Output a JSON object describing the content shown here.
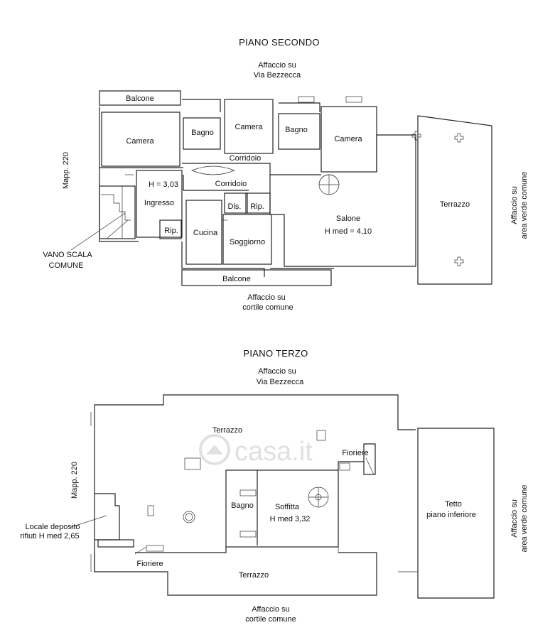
{
  "floor2": {
    "title": "PIANO SECONDO",
    "top_view": [
      "Affaccio su",
      "Via Bezzecca"
    ],
    "bottom_view": [
      "Affaccio su",
      "cortile comune"
    ],
    "left_label": "Mapp. 220",
    "right_view": [
      "Affaccio su",
      "area verde comune"
    ],
    "stair_label": [
      "VANO SCALA",
      "COMUNE"
    ],
    "rooms": {
      "balcone_top": "Balcone",
      "camera_left": "Camera",
      "bagno_left": "Bagno",
      "camera_mid": "Camera",
      "bagno_right": "Bagno",
      "camera_right": "Camera",
      "corridoio_1": "Corridoio",
      "corridoio_2": "Corridoio",
      "height_ingresso": "H = 3,03",
      "ingresso": "Ingresso",
      "dis": "Dis.",
      "rip_1": "Rip.",
      "rip_2": "Rip.",
      "cucina": "Cucina",
      "soggiorno": "Soggiorno",
      "salone": "Salone",
      "salone_height": "H med = 4,10",
      "terrazzo": "Terrazzo",
      "balcone_bottom": "Balcone"
    }
  },
  "floor3": {
    "title": "PIANO TERZO",
    "top_view": [
      "Affaccio su",
      "Via Bezzecca"
    ],
    "bottom_view": [
      "Affaccio su",
      "cortile comune"
    ],
    "left_label": "Mapp. 220",
    "right_view": [
      "Affaccio su",
      "area verde comune"
    ],
    "rooms": {
      "terrazzo_top": "Terrazzo",
      "fioriere_1": "Fioriere",
      "tetto": [
        "Tetto",
        "piano inferiore"
      ],
      "bagno": "Bagno",
      "soffitta": "Soffitta",
      "soffitta_height": "H med 3,32",
      "locale": [
        "Locale deposito",
        "rifiuti H med 2,65"
      ],
      "fioriere_2": "Fioriere",
      "terrazzo_bottom": "Terrazzo"
    }
  },
  "watermark": "casa.it"
}
